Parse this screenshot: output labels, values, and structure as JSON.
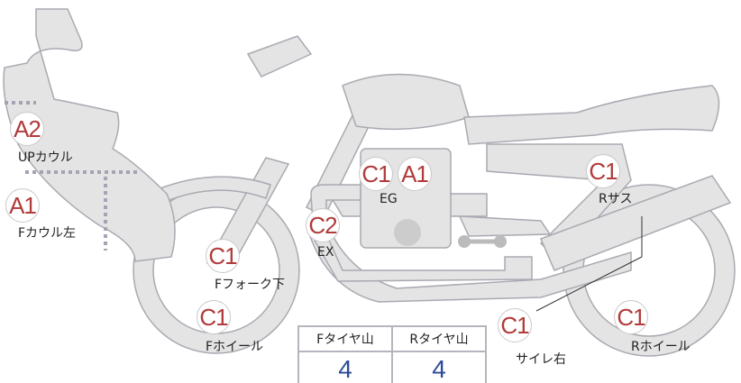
{
  "parts": [
    {
      "grade": "A2",
      "label": "UPカウル"
    },
    {
      "grade": "A1",
      "label": "Fカウル左"
    },
    {
      "grade": "C1",
      "label": "Fフォーク下"
    },
    {
      "grade": "C1",
      "label": "Fホイール"
    },
    {
      "grade": "C2",
      "label": "EX"
    },
    {
      "grade": "C1",
      "label": "EG"
    },
    {
      "grade": "A1",
      "label": "EG"
    },
    {
      "grade": "C1",
      "label": "Rサス"
    },
    {
      "grade": "C1",
      "label": "Rホイール"
    },
    {
      "grade": "C1",
      "label": "サイレ右"
    }
  ],
  "tire_table": {
    "headers": [
      "Fタイヤ山",
      "Rタイヤ山"
    ],
    "values": [
      "4",
      "4"
    ]
  },
  "colors": {
    "grade": "#b23b3b",
    "tire_value": "#2d4b9a",
    "body": "#e5e5e5"
  }
}
